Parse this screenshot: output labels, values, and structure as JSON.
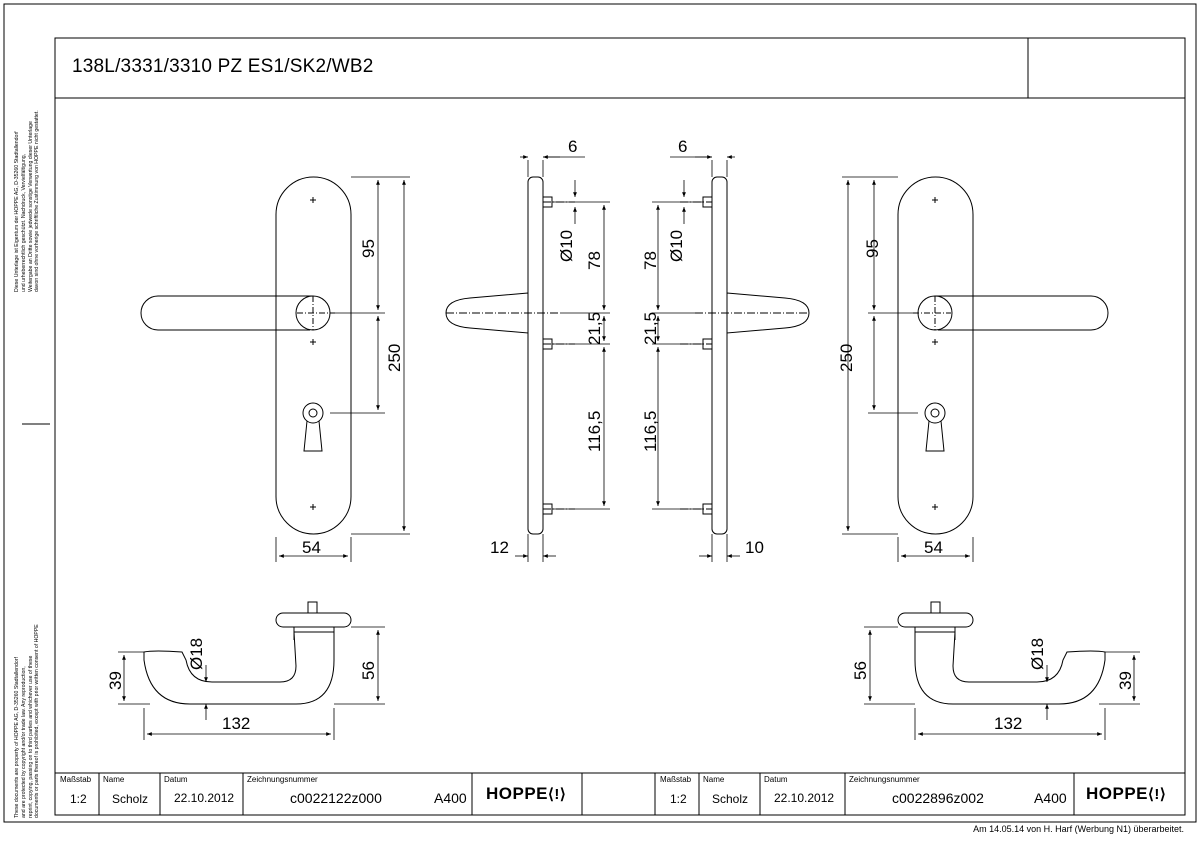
{
  "title": "138L/3331/3310 PZ ES1/SK2/WB2",
  "side_note_de": [
    "Diese Unterlage ist Eigentum der HOPPE AG, D-35260 Stadtallendorf",
    "und urheberrechtlich geschützt. Nachdruck, Vervielfältigung,",
    "Weitergabe an Dritte sowie jedwede sonstige Verwertung dieser Unterlage",
    "davon sind ohne vorherige schriftliche Zustimmung von HOPPE nicht gestattet."
  ],
  "side_note_en": [
    "These documents are property of HOPPE AG, D-35260 Stadtallendorf",
    "and are protected by copyright and/or trade law. Any reproduction,",
    "reprint, copying, passing on to third parties and whichever use of these",
    "documents or parts thereof is prohibited, except with prior written consent of HOPPE"
  ],
  "dimensions": {
    "d6": "6",
    "d10": "Ø10",
    "d78": "78",
    "d95": "95",
    "d250": "250",
    "d21_5": "21,5",
    "d116_5": "116,5",
    "d54": "54",
    "d12": "12",
    "d10w": "10",
    "d18": "Ø18",
    "d39": "39",
    "d56": "56",
    "d132": "132"
  },
  "title_block": {
    "left": {
      "label_scale": "Maßstab",
      "label_name": "Name",
      "label_date": "Datum",
      "label_number": "Zeichnungsnummer",
      "scale": "1:2",
      "name": "Scholz",
      "date": "22.10.2012",
      "number": "c0022122z000",
      "format": "A400",
      "logo": "HOPPE"
    },
    "right": {
      "label_scale": "Maßstab",
      "label_name": "Name",
      "label_date": "Datum",
      "label_number": "Zeichnungsnummer",
      "scale": "1:2",
      "name": "Scholz",
      "date": "22.10.2012",
      "number": "c0022896z002",
      "format": "A400",
      "logo": "HOPPE"
    }
  },
  "footer": "Am 14.05.14 von H. Harf (Werbung N1) überarbeitet."
}
